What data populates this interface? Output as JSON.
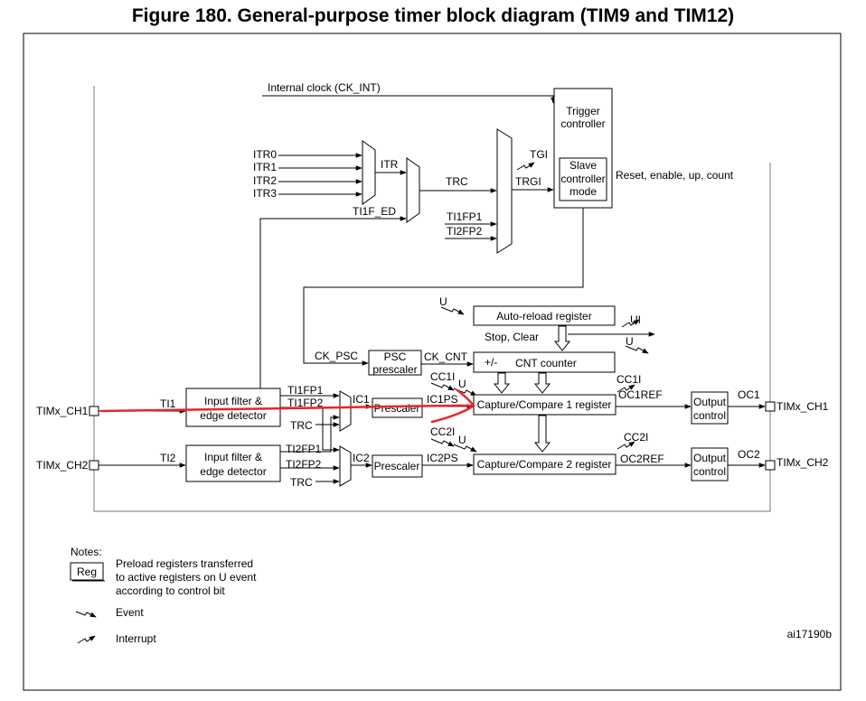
{
  "title": "Figure 180. General-purpose timer block diagram (TIM9 and TIM12)",
  "signals": {
    "internal_clock": "Internal clock (CK_INT)",
    "itr0": "ITR0",
    "itr1": "ITR1",
    "itr2": "ITR2",
    "itr3": "ITR3",
    "itr": "ITR",
    "trc_top": "TRC",
    "trgi": "TRGI",
    "tgi": "TGI",
    "ti1f_ed": "TI1F_ED",
    "ti1fp1_top": "TI1FP1",
    "ti2fp2_top": "TI2FP2",
    "reset_etc": "Reset, enable, up, count",
    "u_event_arr": "U",
    "ui": "UI",
    "u_out": "U",
    "stop_clear": "Stop, Clear",
    "ck_psc": "CK_PSC",
    "ck_cnt": "CK_CNT",
    "plus_minus": "+/-",
    "cc1i_in": "CC1I",
    "u_cc1": "U",
    "cc1i_out": "CC1I",
    "oc1ref": "OC1REF",
    "cc2i_in": "CC2I",
    "u_cc2": "U",
    "cc2i_out": "CC2I",
    "oc2ref": "OC2REF",
    "ti1": "TI1",
    "ti2": "TI2",
    "ti1fp1": "TI1FP1",
    "ti1fp2": "TI1FP2",
    "trc1": "TRC",
    "ti2fp1": "TI2FP1",
    "ti2fp2": "TI2FP2",
    "trc2": "TRC",
    "ic1": "IC1",
    "ic1ps": "IC1PS",
    "ic2": "IC2",
    "ic2ps": "IC2PS",
    "oc1": "OC1",
    "oc2": "OC2",
    "timx_ch1_in": "TIMx_CH1",
    "timx_ch2_in": "TIMx_CH2",
    "timx_ch1_out": "TIMx_CH1",
    "timx_ch2_out": "TIMx_CH2"
  },
  "blocks": {
    "trigger_controller": [
      "Trigger",
      "controller"
    ],
    "slave_controller": [
      "Slave",
      "controller",
      "mode"
    ],
    "auto_reload": "Auto-reload register",
    "psc_prescaler": [
      "PSC",
      "prescaler"
    ],
    "cnt_counter": "CNT counter",
    "input_filter_1": [
      "Input filter &",
      "edge detector"
    ],
    "input_filter_2": [
      "Input filter &",
      "edge detector"
    ],
    "prescaler_1": "Prescaler",
    "prescaler_2": "Prescaler",
    "capture_compare_1": "Capture/Compare 1 register",
    "capture_compare_2": "Capture/Compare 2 register",
    "output_control_1": [
      "Output",
      "control"
    ],
    "output_control_2": [
      "Output",
      "control"
    ]
  },
  "notes": {
    "heading": "Notes:",
    "reg_label": "Reg",
    "reg_text": [
      "Preload registers transferred",
      "to active registers on U event",
      "according to control bit"
    ],
    "event": "Event",
    "interrupt": "Interrupt"
  },
  "ref_code": "ai17190b",
  "annotation_color": "#e8252a"
}
